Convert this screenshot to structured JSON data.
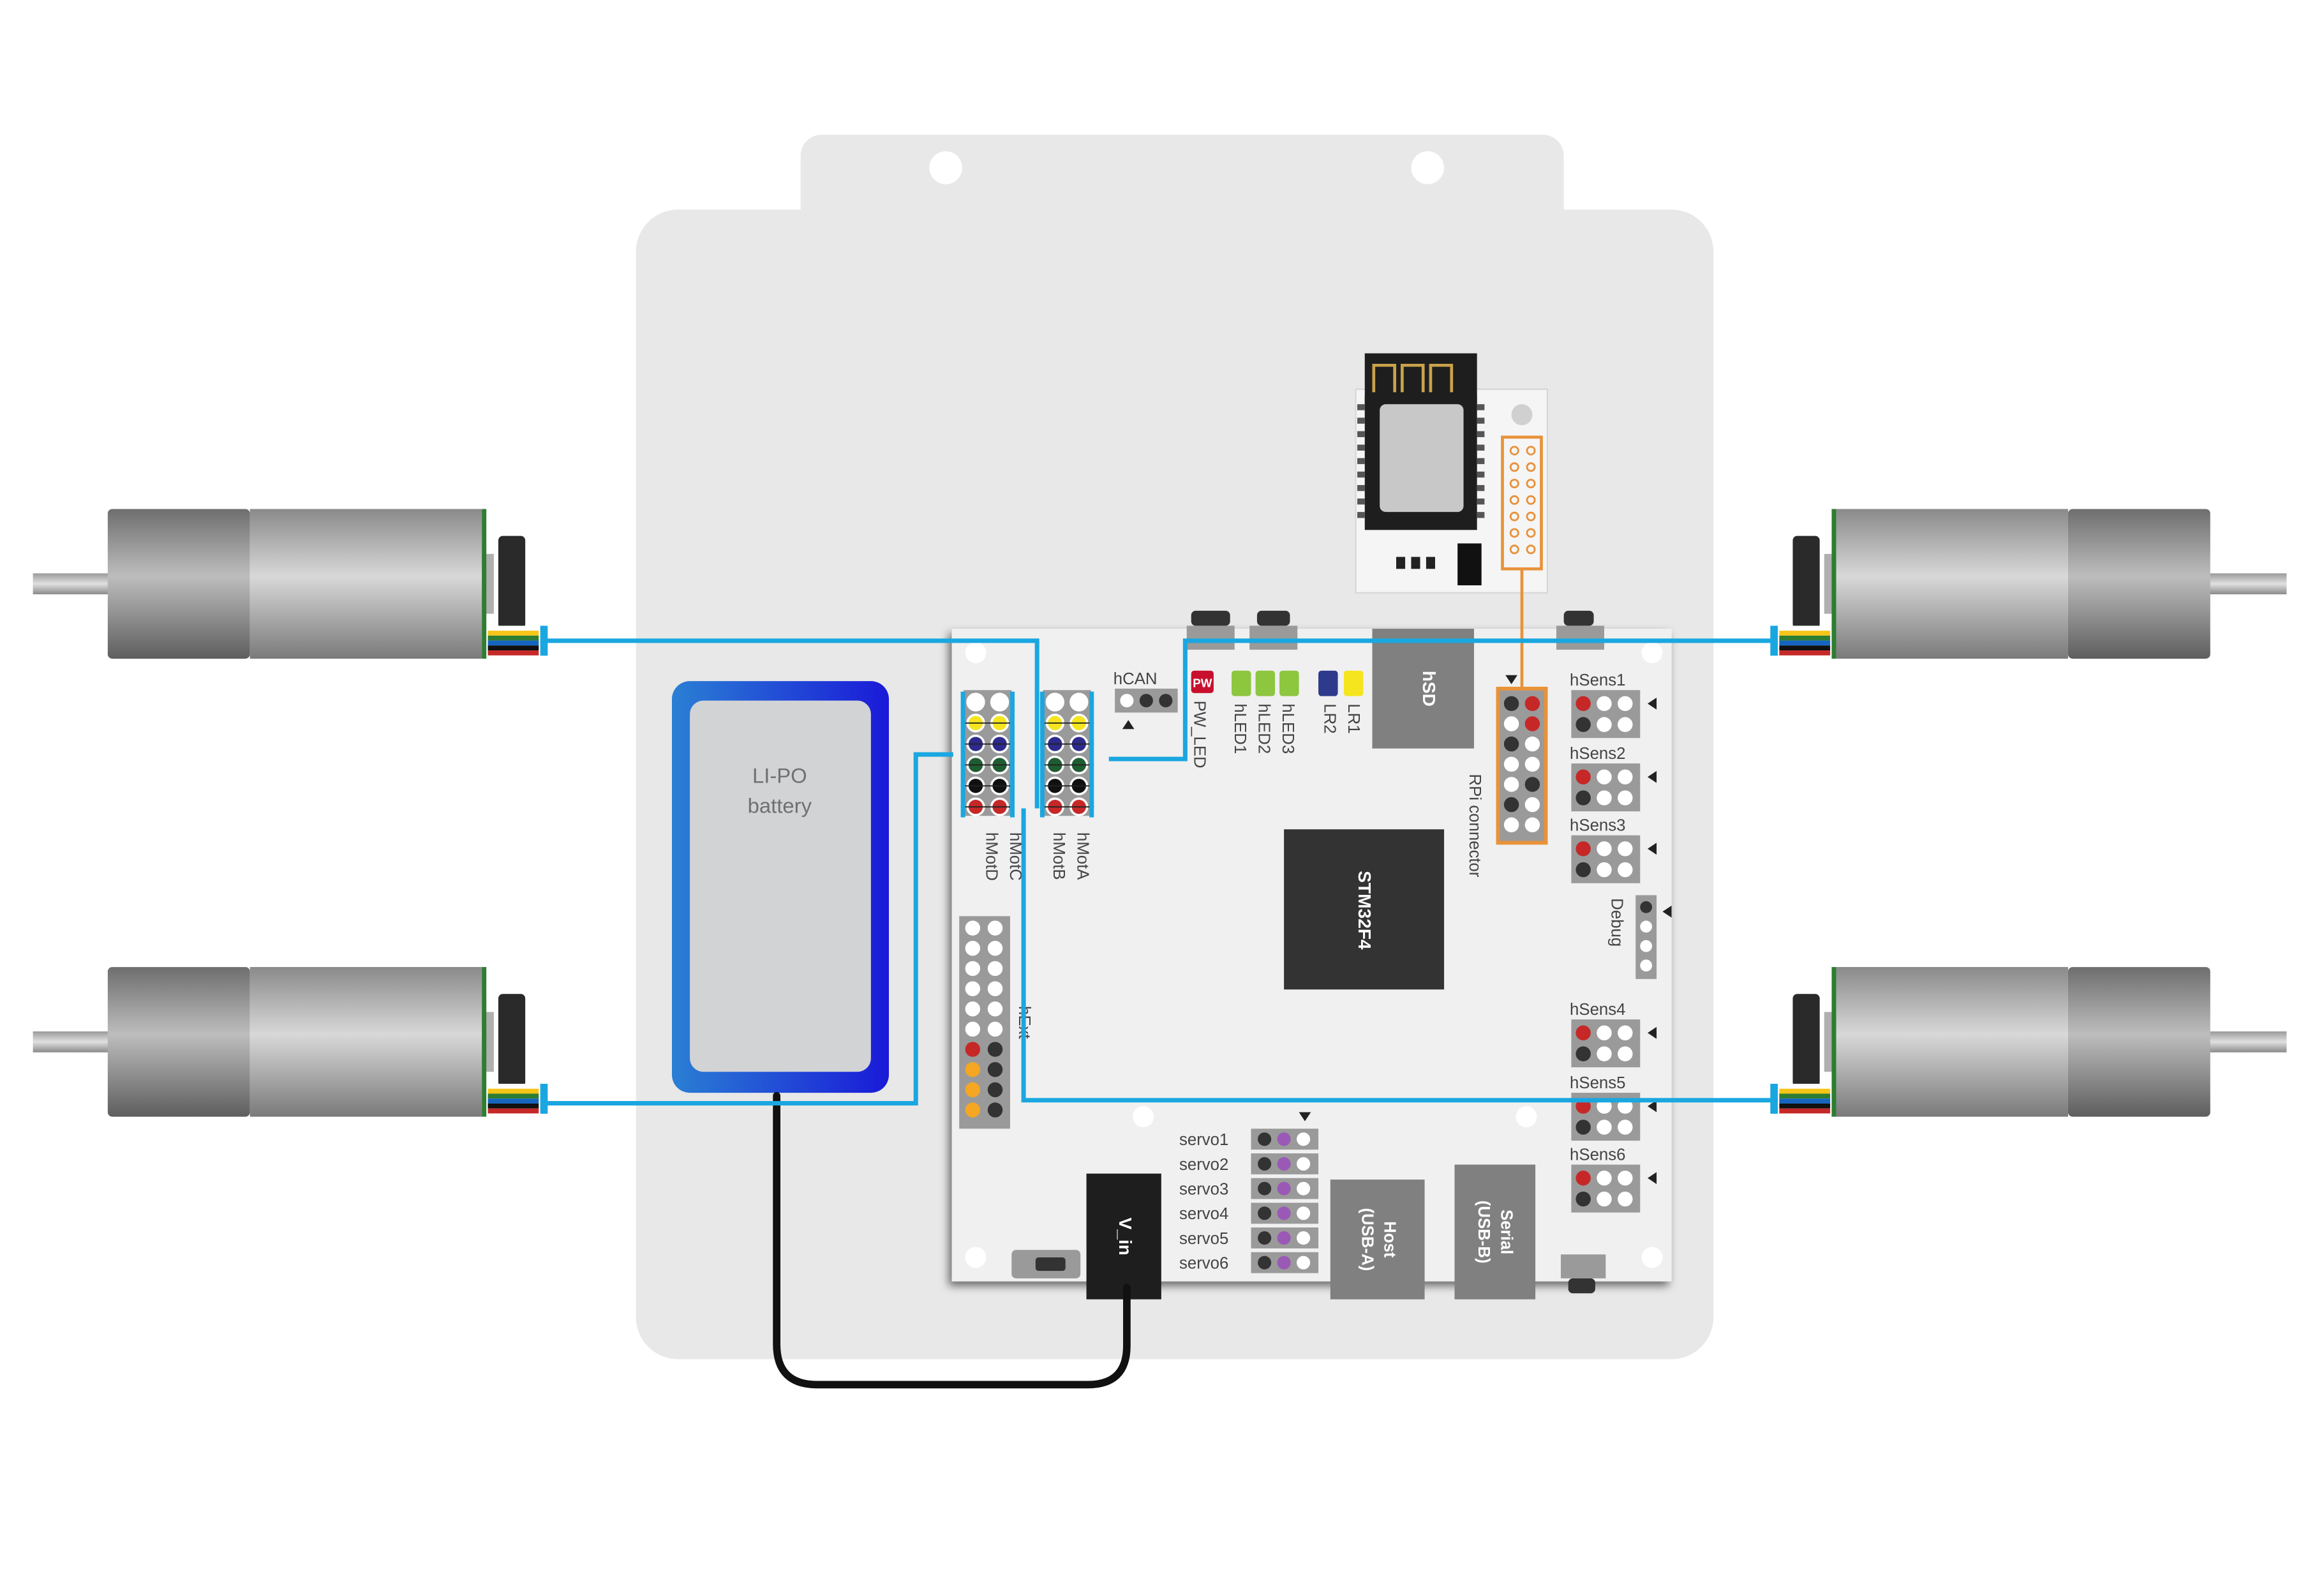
{
  "battery": {
    "line1": "LI-PO",
    "line2": "battery"
  },
  "board": {
    "chip_label": "STM32F4",
    "hsd_label": "hSD",
    "vin_label": "V_in",
    "host_line1": "Host",
    "host_line2": "(USB-A)",
    "serial_line1": "Serial",
    "serial_line2": "(USB-B)",
    "hcan_label": "hCAN",
    "pw_badge": "PW",
    "pw_led_label": "PW_LED",
    "hled_labels": [
      "hLED1",
      "hLED2",
      "hLED3"
    ],
    "lr_labels": [
      "LR1",
      "LR2"
    ],
    "rpi_label": "RPi connector",
    "debug_label": "Debug",
    "hext_label": "hExt",
    "motor_port_labels": [
      "hMotD",
      "hMotC",
      "hMotB",
      "hMotA"
    ],
    "sensor_labels": [
      "hSens1",
      "hSens2",
      "hSens3",
      "hSens4",
      "hSens5",
      "hSens6"
    ],
    "servo_labels": [
      "servo1",
      "servo2",
      "servo3",
      "servo4",
      "servo5",
      "servo6"
    ]
  },
  "colors": {
    "cable_blue": "#1aa7e0",
    "battery_gradient_start": "#2a7fd4",
    "battery_gradient_end": "#1a1ad8",
    "rpi_highlight": "#e8923a",
    "board_bg": "#f0f0f0",
    "plate_bg": "#e8e8e8",
    "chip": "#333333"
  }
}
